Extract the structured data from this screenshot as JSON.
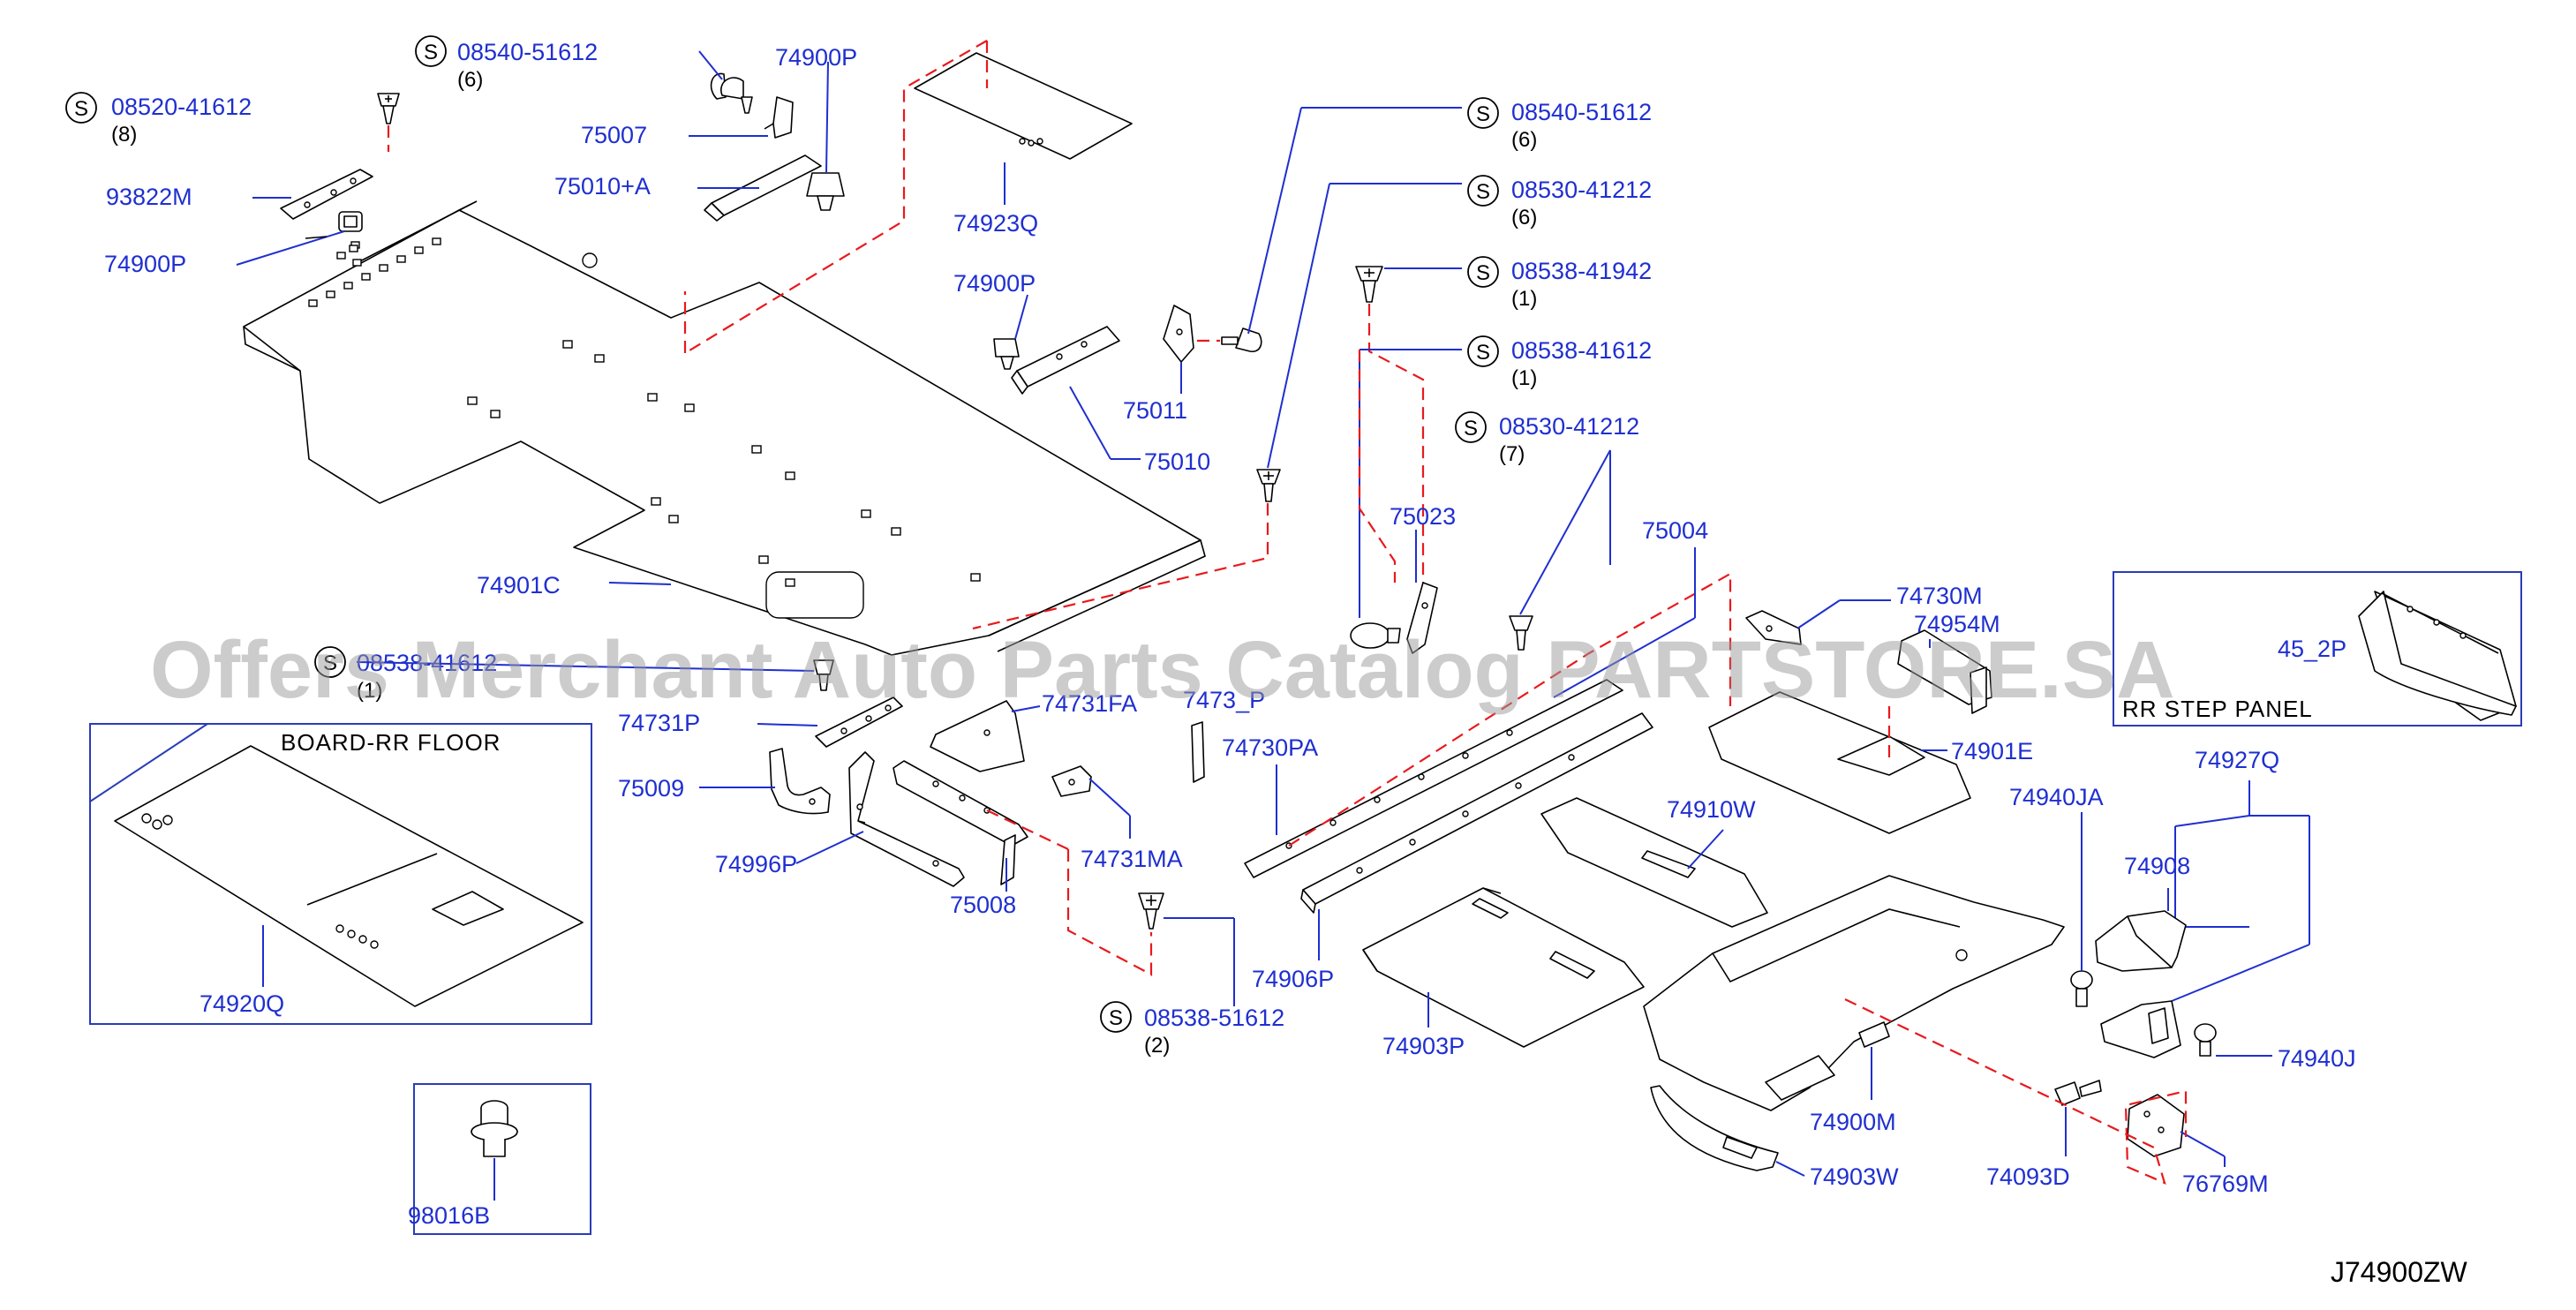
{
  "diagram_code": "J74900ZW",
  "watermark": "Offers Merchant Auto Parts Catalog PARTSTORE.SA",
  "inset_board_title": "BOARD-RR   FLOOR",
  "inset_step_title": "RR   STEP   PANEL",
  "standard_part_symbol": "S",
  "colors": {
    "part_number": "#1f2fd0",
    "dashed_leader": "#e8191d",
    "frame": "#2a3cb6",
    "line_art": "#000000"
  },
  "labels": {
    "p74900P_top": "74900P",
    "p75007": "75007",
    "p75010A": "75010+A",
    "p93822M": "93822M",
    "p74900P_left": "74900P",
    "p74923Q": "74923Q",
    "p74900P_mid": "74900P",
    "p75011": "75011",
    "p75010": "75010",
    "p75023": "75023",
    "p75004": "75004",
    "p74901C": "74901C",
    "p74731P": "74731P",
    "p74731FA": "74731FA",
    "p7473xP": "7473_P",
    "p74730PA": "74730PA",
    "p75009": "75009",
    "p74996P": "74996P",
    "p75008": "75008",
    "p74731MA": "74731MA",
    "p74906P": "74906P",
    "p74903P": "74903P",
    "p74910W": "74910W",
    "p74730M": "74730M",
    "p74954M": "74954M",
    "p74901E": "74901E",
    "p4592P": "45_2P",
    "p74927Q": "74927Q",
    "p74940JA": "74940JA",
    "p74908": "74908",
    "p74940J": "74940J",
    "p74900M": "74900M",
    "p74903W": "74903W",
    "p74093D": "74093D",
    "p76769M": "76769M",
    "p74920Q": "74920Q",
    "p98016B": "98016B"
  },
  "fasteners": {
    "f1": {
      "number": "08540-51612",
      "qty": "(6)"
    },
    "f2": {
      "number": "08520-41612",
      "qty": "(8)"
    },
    "f3": {
      "number": "08540-51612",
      "qty": "(6)"
    },
    "f4": {
      "number": "08530-41212",
      "qty": "(6)"
    },
    "f5": {
      "number": "08538-41942",
      "qty": "(1)"
    },
    "f6": {
      "number": "08538-41612",
      "qty": "(1)"
    },
    "f7": {
      "number": "08530-41212",
      "qty": "(7)"
    },
    "f8": {
      "number": "08538-41612",
      "qty": "(1)"
    },
    "f9": {
      "number": "08538-51612",
      "qty": "(2)"
    }
  }
}
